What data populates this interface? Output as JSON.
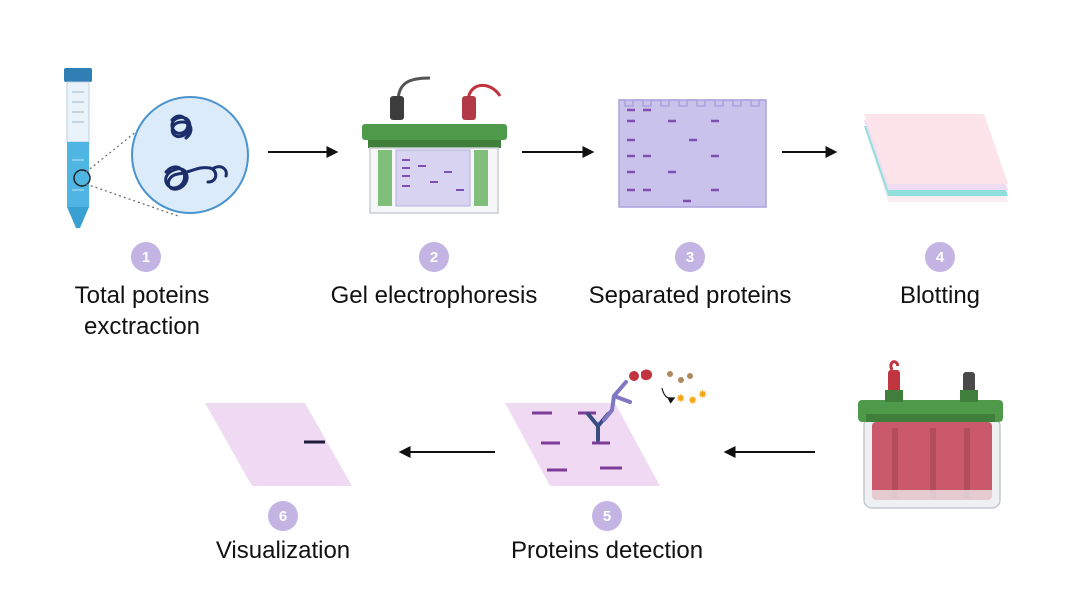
{
  "steps": [
    {
      "number": "1",
      "label_line1": "Total poteins",
      "label_line2": "exctraction"
    },
    {
      "number": "2",
      "label": "Gel electrophoresis"
    },
    {
      "number": "3",
      "label": "Separated proteins"
    },
    {
      "number": "4",
      "label": "Blotting"
    },
    {
      "number": "5",
      "label": "Proteins detection"
    },
    {
      "number": "6",
      "label": "Visualization"
    }
  ],
  "colors": {
    "badge": "#c3b4e4",
    "arrow": "#111111",
    "gel": "#c9c3ec",
    "band": "#7f4fb3",
    "lid_green": "#4f9a4a",
    "tube_blue": "#4fb6e3",
    "membrane_pink": "#f0d9f3",
    "battery_red": "#c9596b"
  }
}
